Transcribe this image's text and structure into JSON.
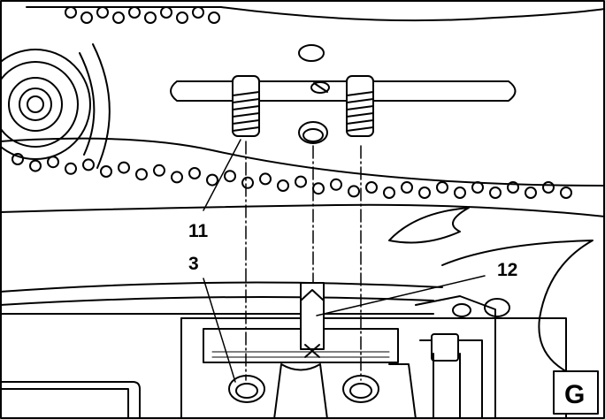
{
  "figure": {
    "letter": "G",
    "callouts": [
      {
        "id": "11",
        "label": "11"
      },
      {
        "id": "3",
        "label": "3"
      },
      {
        "id": "12",
        "label": "12"
      }
    ]
  }
}
